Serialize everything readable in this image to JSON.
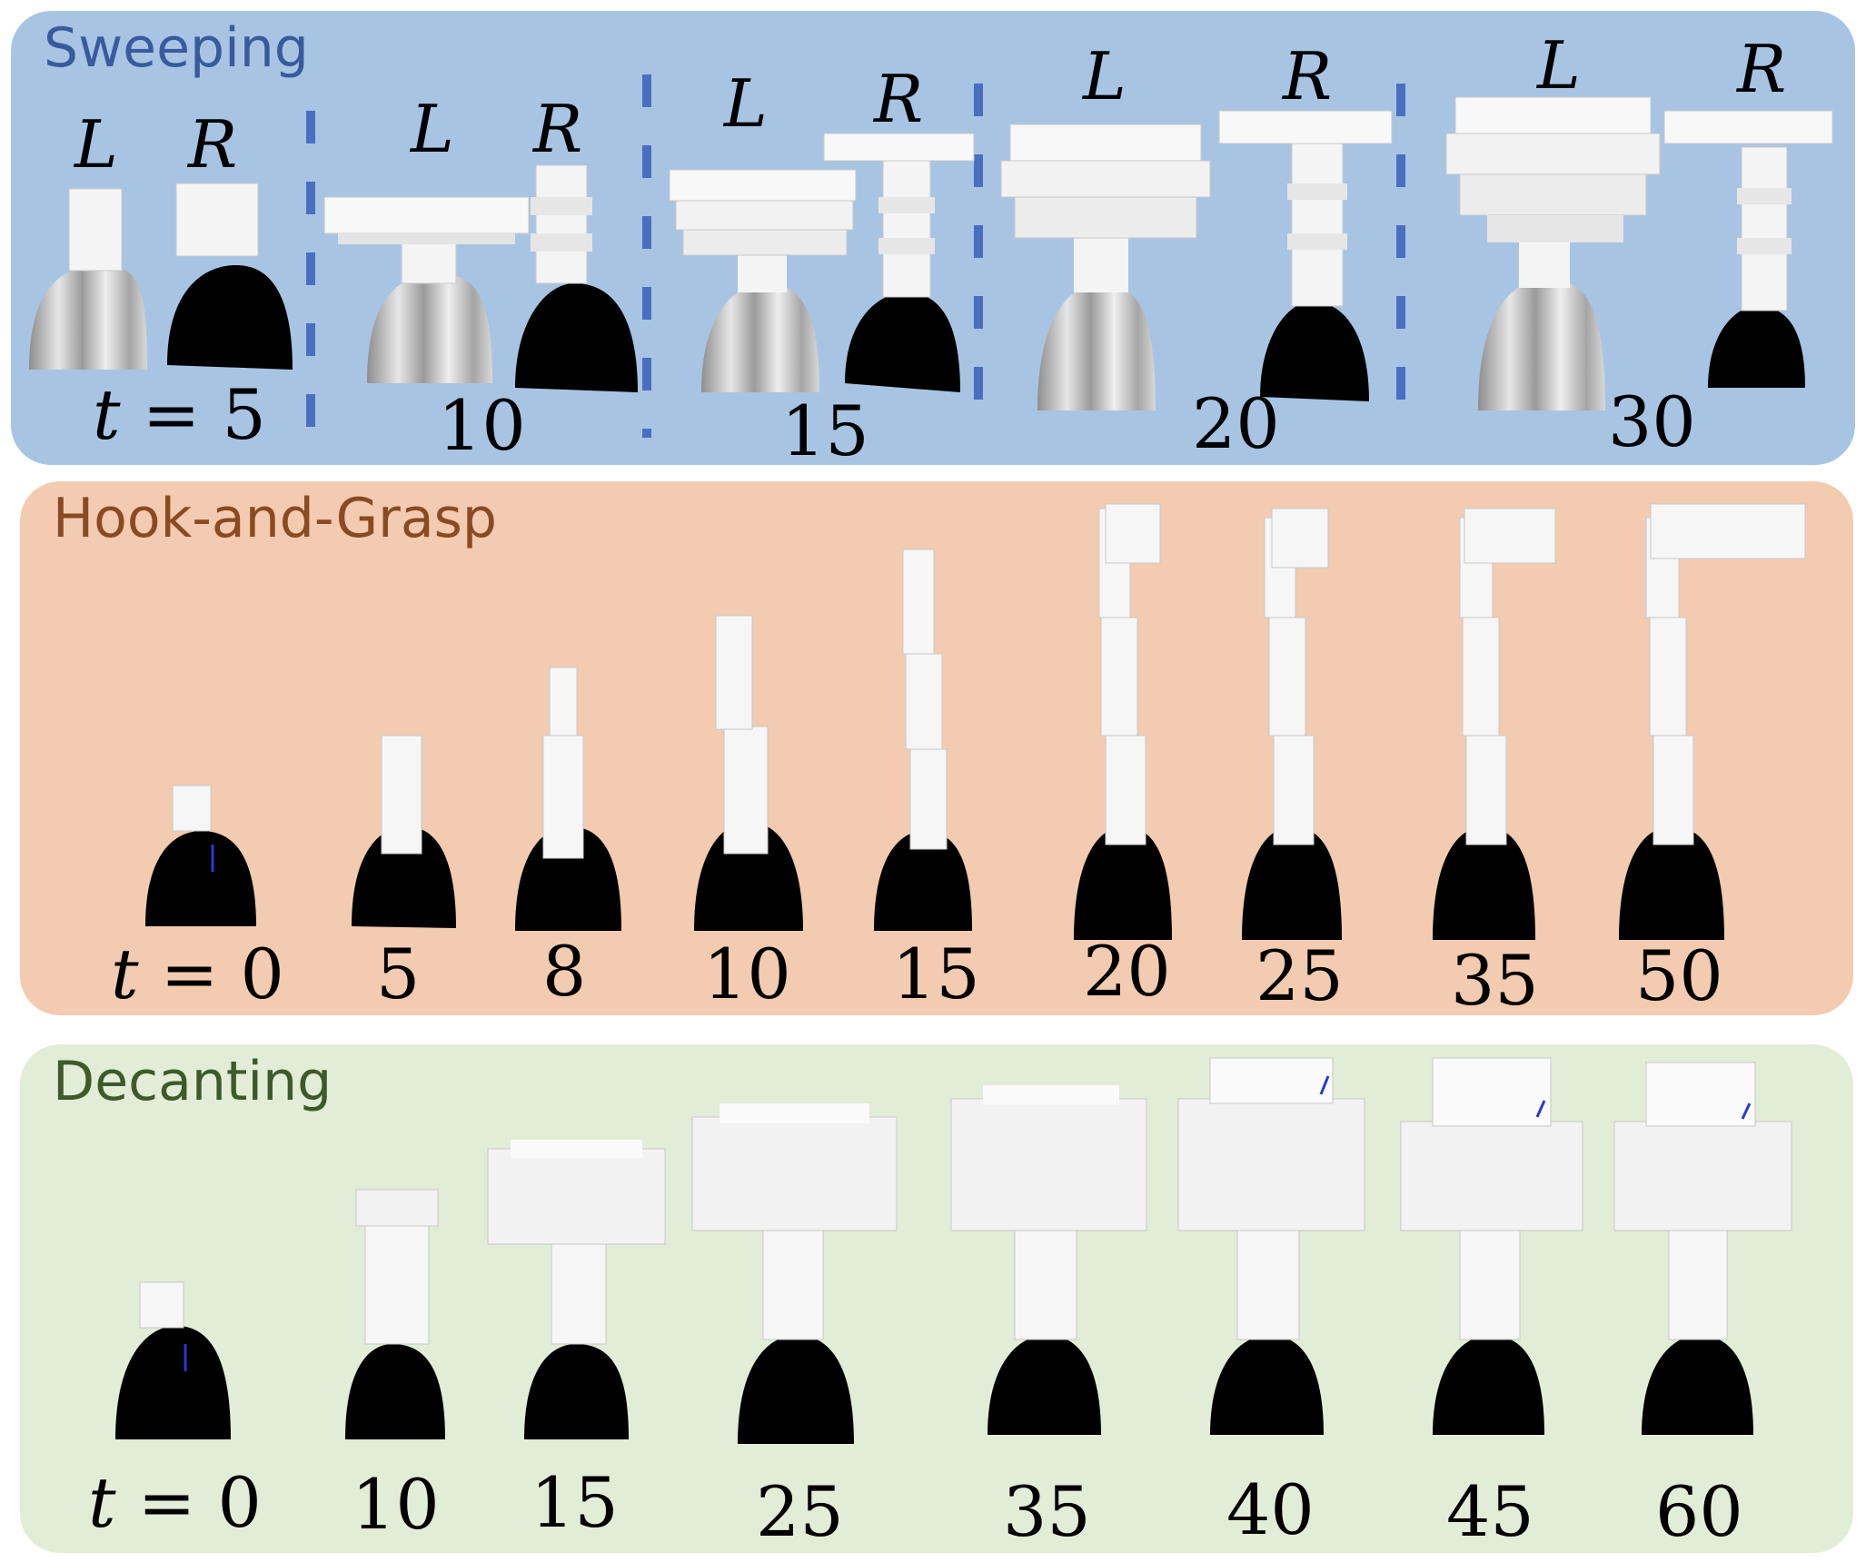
{
  "panels": {
    "sweeping": {
      "title": "Sweeping",
      "bg": "#a8c4e3",
      "title_color": "#3a5a9e",
      "hand_left": "L",
      "hand_right": "R",
      "t_var": "t",
      "t_eq": "= 5",
      "steps": [
        "10",
        "15",
        "20",
        "30"
      ]
    },
    "hook_and_grasp": {
      "title": "Hook-and-Grasp",
      "bg": "#f2cbb1",
      "title_color": "#8a4a22",
      "t_var": "t",
      "t_eq": "= 0",
      "steps": [
        "5",
        "8",
        "10",
        "15",
        "20",
        "25",
        "35",
        "50"
      ]
    },
    "decanting": {
      "title": "Decanting",
      "bg": "#e2edd8",
      "title_color": "#3e5a2a",
      "t_var": "t",
      "t_eq": "= 0",
      "steps": [
        "10",
        "15",
        "25",
        "35",
        "40",
        "45",
        "60"
      ]
    }
  },
  "icons": {
    "finger": "robot-finger-icon",
    "gripper_link": "gripper-link-icon",
    "divider": "dashed-divider"
  }
}
